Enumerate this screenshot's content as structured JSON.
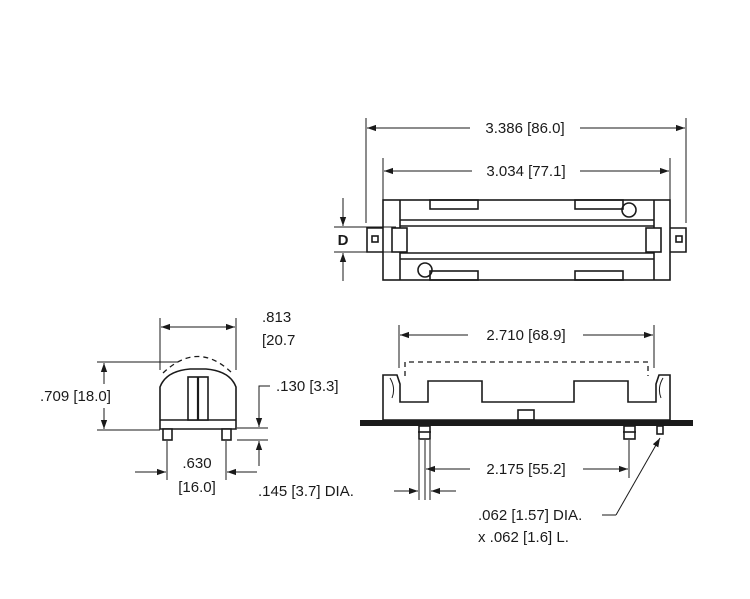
{
  "colors": {
    "ink": "#1a1a1a",
    "background": "#ffffff"
  },
  "dimensions": {
    "overall_length": "3.386 [86.0]",
    "inner_length": "3.034 [77.1]",
    "diameter_label": "D",
    "side_width_in": ".813",
    "side_width_mm": "[20.7",
    "side_height": ".709 [18.0]",
    "pin_offset": ".130 [3.3]",
    "pin_spacing_in": ".630",
    "pin_spacing_mm": "[16.0]",
    "cavity_length": "2.710 [68.9]",
    "pin_pitch": "2.175 [55.2]",
    "pin_dia": ".145 [3.7] DIA.",
    "post_dia": ".062 [1.57] DIA.",
    "post_len": "x .062 [1.6] L."
  }
}
